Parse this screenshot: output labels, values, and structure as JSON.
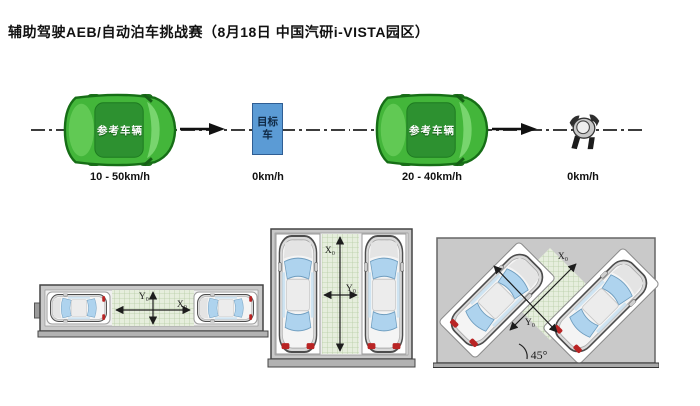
{
  "title": "辅助驾驶AEB/自动泊车挑战赛（8月18日  中国汽研i-VISTA园区）",
  "colors": {
    "reference_car_green": "#43b63a",
    "target_box_blue": "#5b9bd5",
    "parking_hatch_green": "#e6eedd",
    "frame_gray": "#c9c9c9"
  },
  "scenarios": [
    {
      "name": "AEB vs stationary vehicle",
      "vehicle_label": "参考车辆",
      "vehicle_speed": "10 - 50km/h",
      "target_label": "目标车",
      "target_speed": "0km/h"
    },
    {
      "name": "AEB vs pedestrian",
      "vehicle_label": "参考车辆",
      "vehicle_speed": "20 - 40km/h",
      "target_speed": "0km/h"
    }
  ],
  "parking": {
    "parallel": {
      "x_label": "X₀",
      "y_label": "Y₀"
    },
    "perpendicular": {
      "x_label": "X₀",
      "y_label": "Y₀"
    },
    "angled": {
      "x_label": "X₀",
      "y_label": "Y₀",
      "angle_label": "45°"
    }
  }
}
